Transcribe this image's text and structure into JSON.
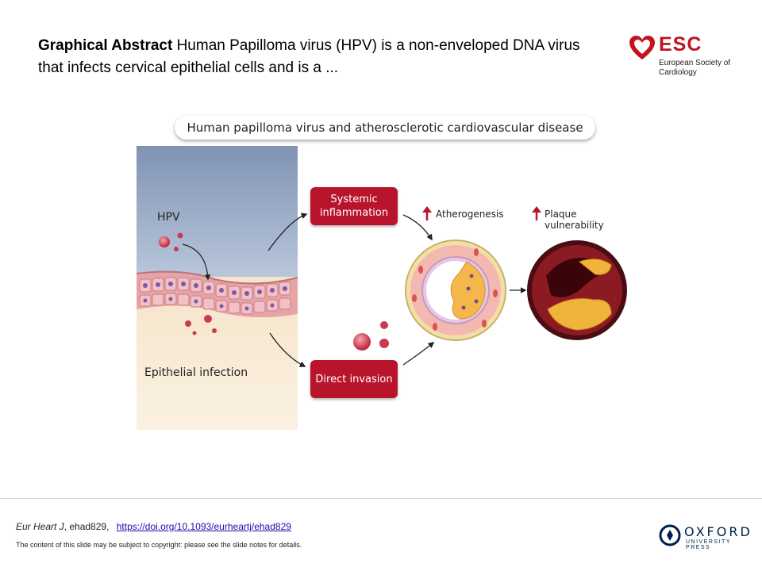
{
  "slide": {
    "headline_bold": "Graphical Abstract",
    "headline_text": " Human  Papilloma virus (HPV) is a non-enveloped DNA virus that infects cervical epithelial cells and is a ..."
  },
  "esc_logo": {
    "word": "ESC",
    "subtitle": "European Society of Cardiology",
    "brand_color": "#c1121f"
  },
  "figure": {
    "title": "Human papilloma virus and atherosclerotic cardiovascular disease",
    "hpv_label": "HPV",
    "epithelial_label": "Epithelial infection",
    "systemic_box": "Systemic inflammation",
    "direct_box": "Direct invasion",
    "atherogenesis_label": "Atherogenesis",
    "plaque_label": "Plaque vulnerability",
    "accent_color": "#b8152c"
  },
  "footer": {
    "journal": "Eur Heart J",
    "article_id": ", ehad829, ",
    "doi_link": "https://doi.org/10.1093/eurheartj/ehad829",
    "copyright": "The content of this slide may be subject to copyright: please see the slide notes for details.",
    "publisher_word": "OXFORD",
    "publisher_sub": "UNIVERSITY PRESS"
  }
}
